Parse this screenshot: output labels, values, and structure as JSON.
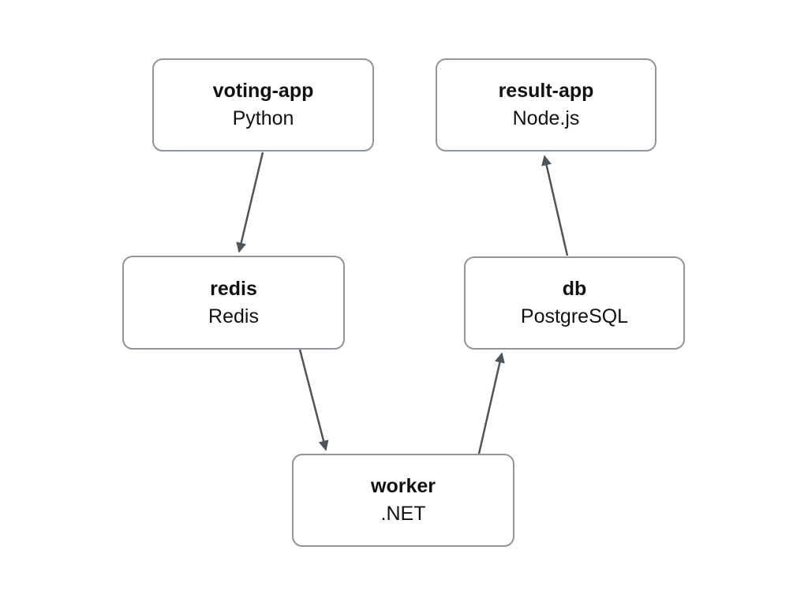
{
  "diagram": {
    "nodes": [
      {
        "id": "voting-app",
        "title": "voting-app",
        "subtitle": "Python"
      },
      {
        "id": "result-app",
        "title": "result-app",
        "subtitle": "Node.js"
      },
      {
        "id": "redis",
        "title": "redis",
        "subtitle": "Redis"
      },
      {
        "id": "db",
        "title": "db",
        "subtitle": "PostgreSQL"
      },
      {
        "id": "worker",
        "title": "worker",
        "subtitle": ".NET"
      }
    ],
    "edges": [
      {
        "from": "voting-app",
        "to": "redis"
      },
      {
        "from": "redis",
        "to": "worker"
      },
      {
        "from": "worker",
        "to": "db"
      },
      {
        "from": "db",
        "to": "result-app"
      }
    ],
    "colors": {
      "node_fill": "#ffffff",
      "node_border": "#8e959d",
      "arrow": "#4c545c",
      "text": "#111111",
      "background": "#ffffff"
    }
  }
}
